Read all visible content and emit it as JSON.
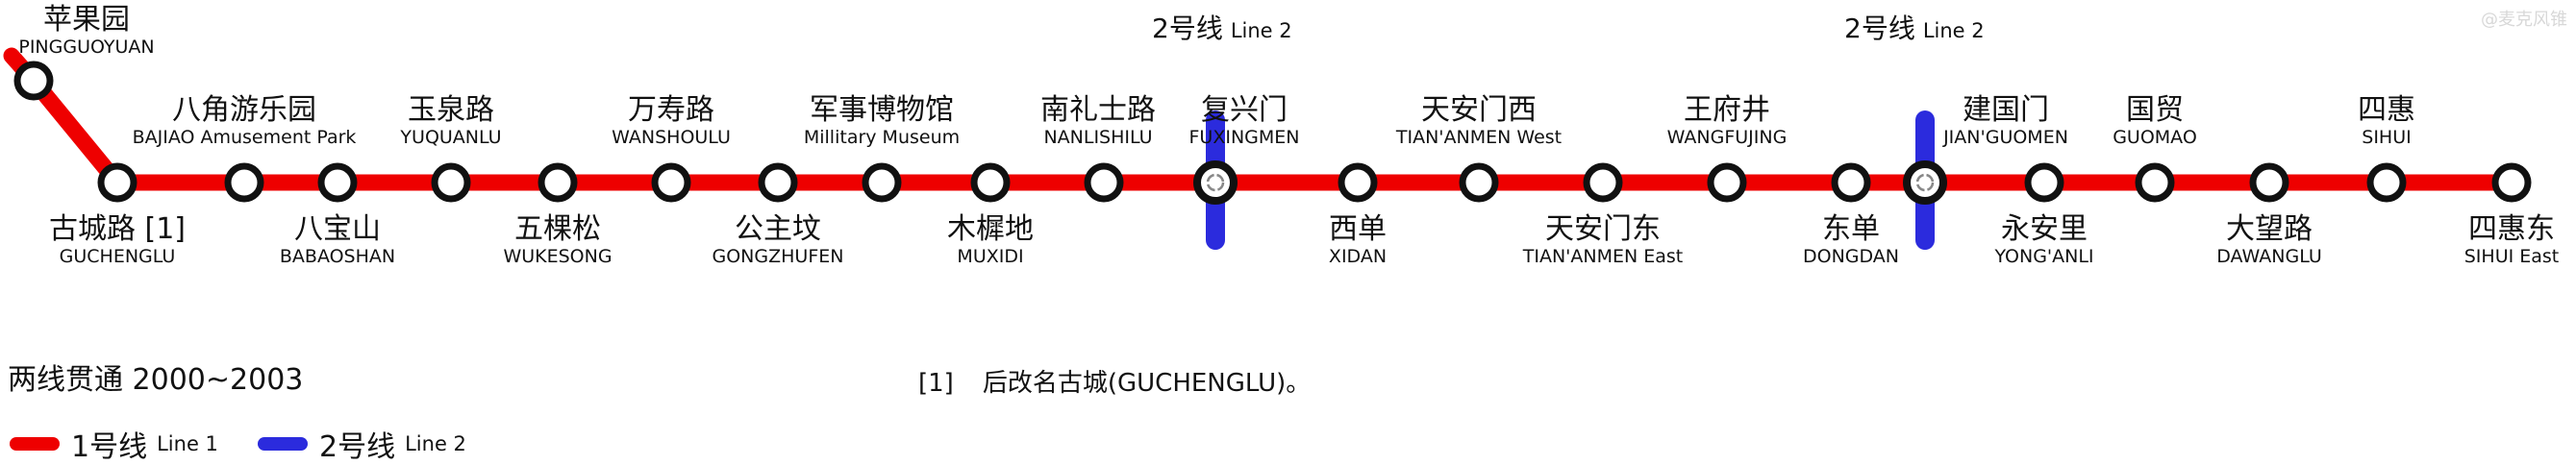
{
  "watermark": "@麦克风锥",
  "line_colors": {
    "line1": "#ee0000",
    "line2": "#2b2bdd"
  },
  "transfer_titles": [
    {
      "cn": "2号线",
      "en": "Line 2"
    },
    {
      "cn": "2号线",
      "en": "Line 2"
    }
  ],
  "stations": [
    {
      "cn": "苹果园",
      "en": "PINGGUOYUAN"
    },
    {
      "cn": "古城路 [1]",
      "en": "GUCHENGLU"
    },
    {
      "cn": "八角游乐园",
      "en": "BAJIAO Amusement Park"
    },
    {
      "cn": "八宝山",
      "en": "BABAOSHAN"
    },
    {
      "cn": "玉泉路",
      "en": "YUQUANLU"
    },
    {
      "cn": "五棵松",
      "en": "WUKESONG"
    },
    {
      "cn": "万寿路",
      "en": "WANSHOULU"
    },
    {
      "cn": "公主坟",
      "en": "GONGZHUFEN"
    },
    {
      "cn": "军事博物馆",
      "en": "Millitary Museum"
    },
    {
      "cn": "木樨地",
      "en": "MUXIDI"
    },
    {
      "cn": "南礼士路",
      "en": "NANLISHILU"
    },
    {
      "cn": "复兴门",
      "en": "FUXINGMEN"
    },
    {
      "cn": "西单",
      "en": "XIDAN"
    },
    {
      "cn": "天安门西",
      "en": "TIAN'ANMEN West"
    },
    {
      "cn": "天安门东",
      "en": "TIAN'ANMEN East"
    },
    {
      "cn": "王府井",
      "en": "WANGFUJING"
    },
    {
      "cn": "东单",
      "en": "DONGDAN"
    },
    {
      "cn": "建国门",
      "en": "JIAN'GUOMEN"
    },
    {
      "cn": "永安里",
      "en": "YONG'ANLI"
    },
    {
      "cn": "国贸",
      "en": "GUOMAO"
    },
    {
      "cn": "大望路",
      "en": "DAWANGLU"
    },
    {
      "cn": "四惠",
      "en": "SIHUI"
    },
    {
      "cn": "四惠东",
      "en": "SIHUI East"
    }
  ],
  "legend": {
    "title": "两线贯通 2000~2003",
    "items": [
      {
        "cn": "1号线",
        "en": "Line 1"
      },
      {
        "cn": "2号线",
        "en": "Line 2"
      }
    ]
  },
  "note": {
    "mark": "[1]",
    "text": "后改名古城(GUCHENGLU)。"
  }
}
